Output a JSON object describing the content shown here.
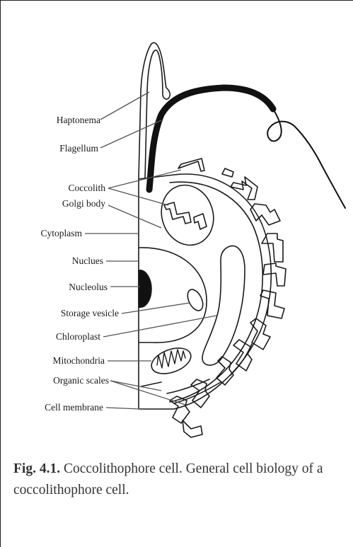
{
  "figure": {
    "labels": {
      "haptonema": "Haptonema",
      "flagellum": "Flagellum",
      "coccolith": "Coccolith",
      "golgi_body": "Golgi body",
      "cytoplasm": "Cytoplasm",
      "nucleus": "Nuclues",
      "nucleolus": "Nucleolus",
      "storage_vesicle": "Storage vesicle",
      "chloroplast": "Chloroplast",
      "mitochondria": "Mitochondria",
      "organic_scales": "Organic scales",
      "cell_membrane": "Cell membrane"
    },
    "caption": {
      "number": "Fig. 4.1.",
      "text": "Coccolithophore cell. General cell biology of a coccolithophore cell."
    }
  }
}
